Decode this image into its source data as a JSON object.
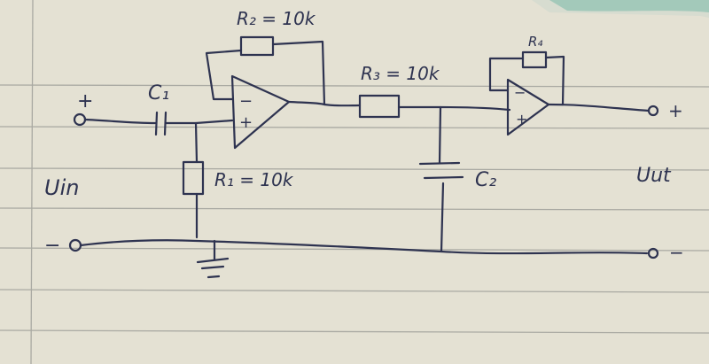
{
  "diagram": {
    "type": "hand-drawn circuit schematic on lined paper",
    "colors": {
      "paper": "#e4e1d3",
      "ink": "#2e3350",
      "rule_lines": "#a9a9a2",
      "background_paper": "#c9d6cc",
      "green_folder": "#2a9c84"
    },
    "labels": {
      "r2": "R₂ = 10k",
      "r3": "R₃ = 10k",
      "r1": "R₁ = 10k",
      "r4": "R₄",
      "c1": "C₁",
      "c2": "C₂",
      "uin": "Uin",
      "uut": "Uut",
      "in_plus": "+",
      "in_minus": "−",
      "out_plus": "+",
      "out_minus": "−",
      "opamp1_minus": "−",
      "opamp1_plus": "+",
      "opamp2_minus": "−",
      "opamp2_plus": "+"
    },
    "components": [
      {
        "id": "C1",
        "kind": "capacitor",
        "role": "input series coupling"
      },
      {
        "id": "R1",
        "kind": "resistor",
        "value": "10k",
        "role": "to ground"
      },
      {
        "id": "OA1",
        "kind": "op-amp"
      },
      {
        "id": "R2",
        "kind": "resistor",
        "value": "10k",
        "role": "feedback OA1"
      },
      {
        "id": "R3",
        "kind": "resistor",
        "value": "10k",
        "role": "series"
      },
      {
        "id": "C2",
        "kind": "capacitor",
        "role": "to ground"
      },
      {
        "id": "OA2",
        "kind": "op-amp"
      },
      {
        "id": "R4",
        "kind": "resistor",
        "role": "feedback OA2"
      }
    ]
  }
}
